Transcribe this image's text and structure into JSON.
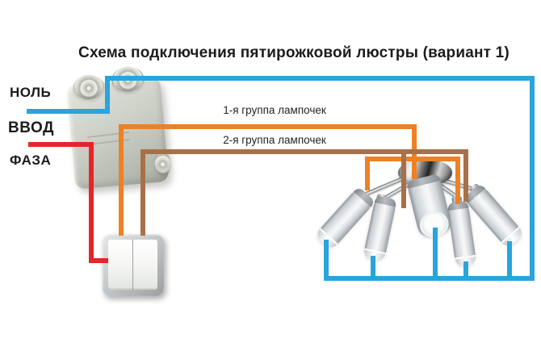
{
  "title": "Схема подключения пятирожковой люстры (вариант 1)",
  "wire_labels": {
    "neutral": "НОЛЬ",
    "input": "ВВОД",
    "phase": "ФАЗА"
  },
  "group_labels": {
    "group1": "1-я группа лампочек",
    "group2": "2-я группа лампочек"
  },
  "colors": {
    "neutral": "#29a4dc",
    "phase": "#e52528",
    "group1": "#ec8125",
    "group2": "#a87048",
    "text": "#1c1c1c"
  },
  "components": {
    "lamp_count": 5,
    "switch_key_count": 2
  }
}
